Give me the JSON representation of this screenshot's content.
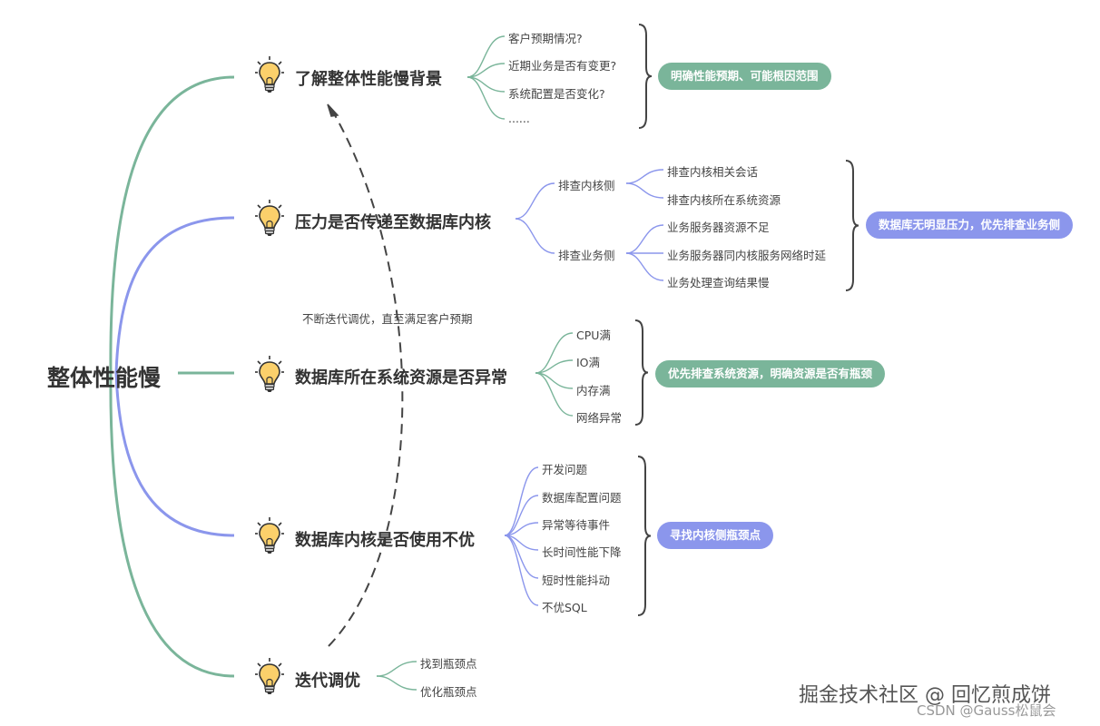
{
  "root": {
    "label": "整体性能慢"
  },
  "branches": [
    {
      "title": "了解整体性能慢背景",
      "leaves": [
        "客户预期情况?",
        "近期业务是否有变更?",
        "系统配置是否变化?",
        "......"
      ],
      "summary": "明确性能预期、可能根因范围"
    },
    {
      "title": "压力是否传递至数据库内核",
      "groups": [
        {
          "label": "排查内核侧",
          "leaves": [
            "排查内核相关会话",
            "排查内核所在系统资源"
          ]
        },
        {
          "label": "排查业务侧",
          "leaves": [
            "业务服务器资源不足",
            "业务服务器同内核服务网络时延",
            "业务处理查询结果慢"
          ]
        }
      ],
      "summary": "数据库无明显压力，优先排查业务侧"
    },
    {
      "title": "数据库所在系统资源是否异常",
      "leaves": [
        "CPU满",
        "IO满",
        "内存满",
        "网络异常"
      ],
      "summary": "优先排查系统资源，明确资源是否有瓶颈"
    },
    {
      "title": "数据库内核是否使用不优",
      "leaves": [
        "开发问题",
        "数据库配置问题",
        "异常等待事件",
        "长时间性能下降",
        "短时性能抖动",
        "不优SQL"
      ],
      "summary": "寻找内核侧瓶颈点"
    },
    {
      "title": "迭代调优",
      "leaves": [
        "找到瓶颈点",
        "优化瓶颈点"
      ]
    }
  ],
  "loop_note": "不断迭代调优，直至满足客户预期",
  "watermark": {
    "line1": "掘金技术社区 @ 回忆煎成饼",
    "line2": "CSDN @Gauss松鼠会"
  },
  "colors": {
    "green": "#7ab59a",
    "blue": "#8b96ec",
    "bracket": "#444444",
    "dash": "#444444",
    "bulb_fill": "#fbd06b",
    "bulb_stroke": "#333333"
  },
  "icons": {
    "branch_icon": "lightbulb-icon"
  }
}
